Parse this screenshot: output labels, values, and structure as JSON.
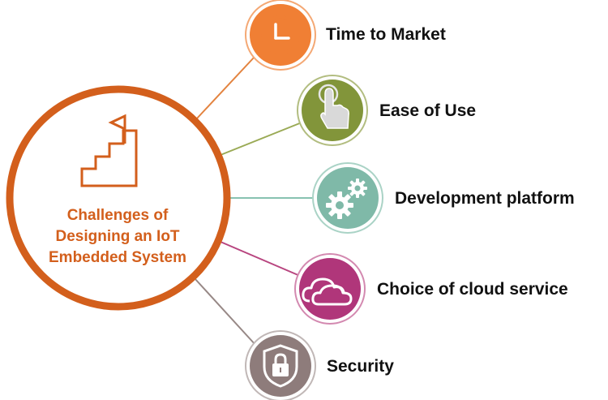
{
  "center": {
    "title_lines": [
      "Challenges of",
      "Designing an IoT",
      "Embedded System"
    ],
    "color": "#d35f1c",
    "icon": "stairs-flag-icon"
  },
  "items": [
    {
      "label": "Time to Market",
      "icon": "clock-icon",
      "color": "#f07f34",
      "line_color": "#e3833f"
    },
    {
      "label": "Ease of Use",
      "icon": "tap-hand-icon",
      "color": "#82953a",
      "line_color": "#9aaa55"
    },
    {
      "label": "Development platform",
      "icon": "gears-icon",
      "color": "#7fb9a8",
      "line_color": "#88c2b1"
    },
    {
      "label": "Choice of cloud service",
      "icon": "cloud-icon",
      "color": "#b0367a",
      "line_color": "#b8457f"
    },
    {
      "label": "Security",
      "icon": "lock-shield-icon",
      "color": "#8e7c7b",
      "line_color": "#978886"
    }
  ]
}
